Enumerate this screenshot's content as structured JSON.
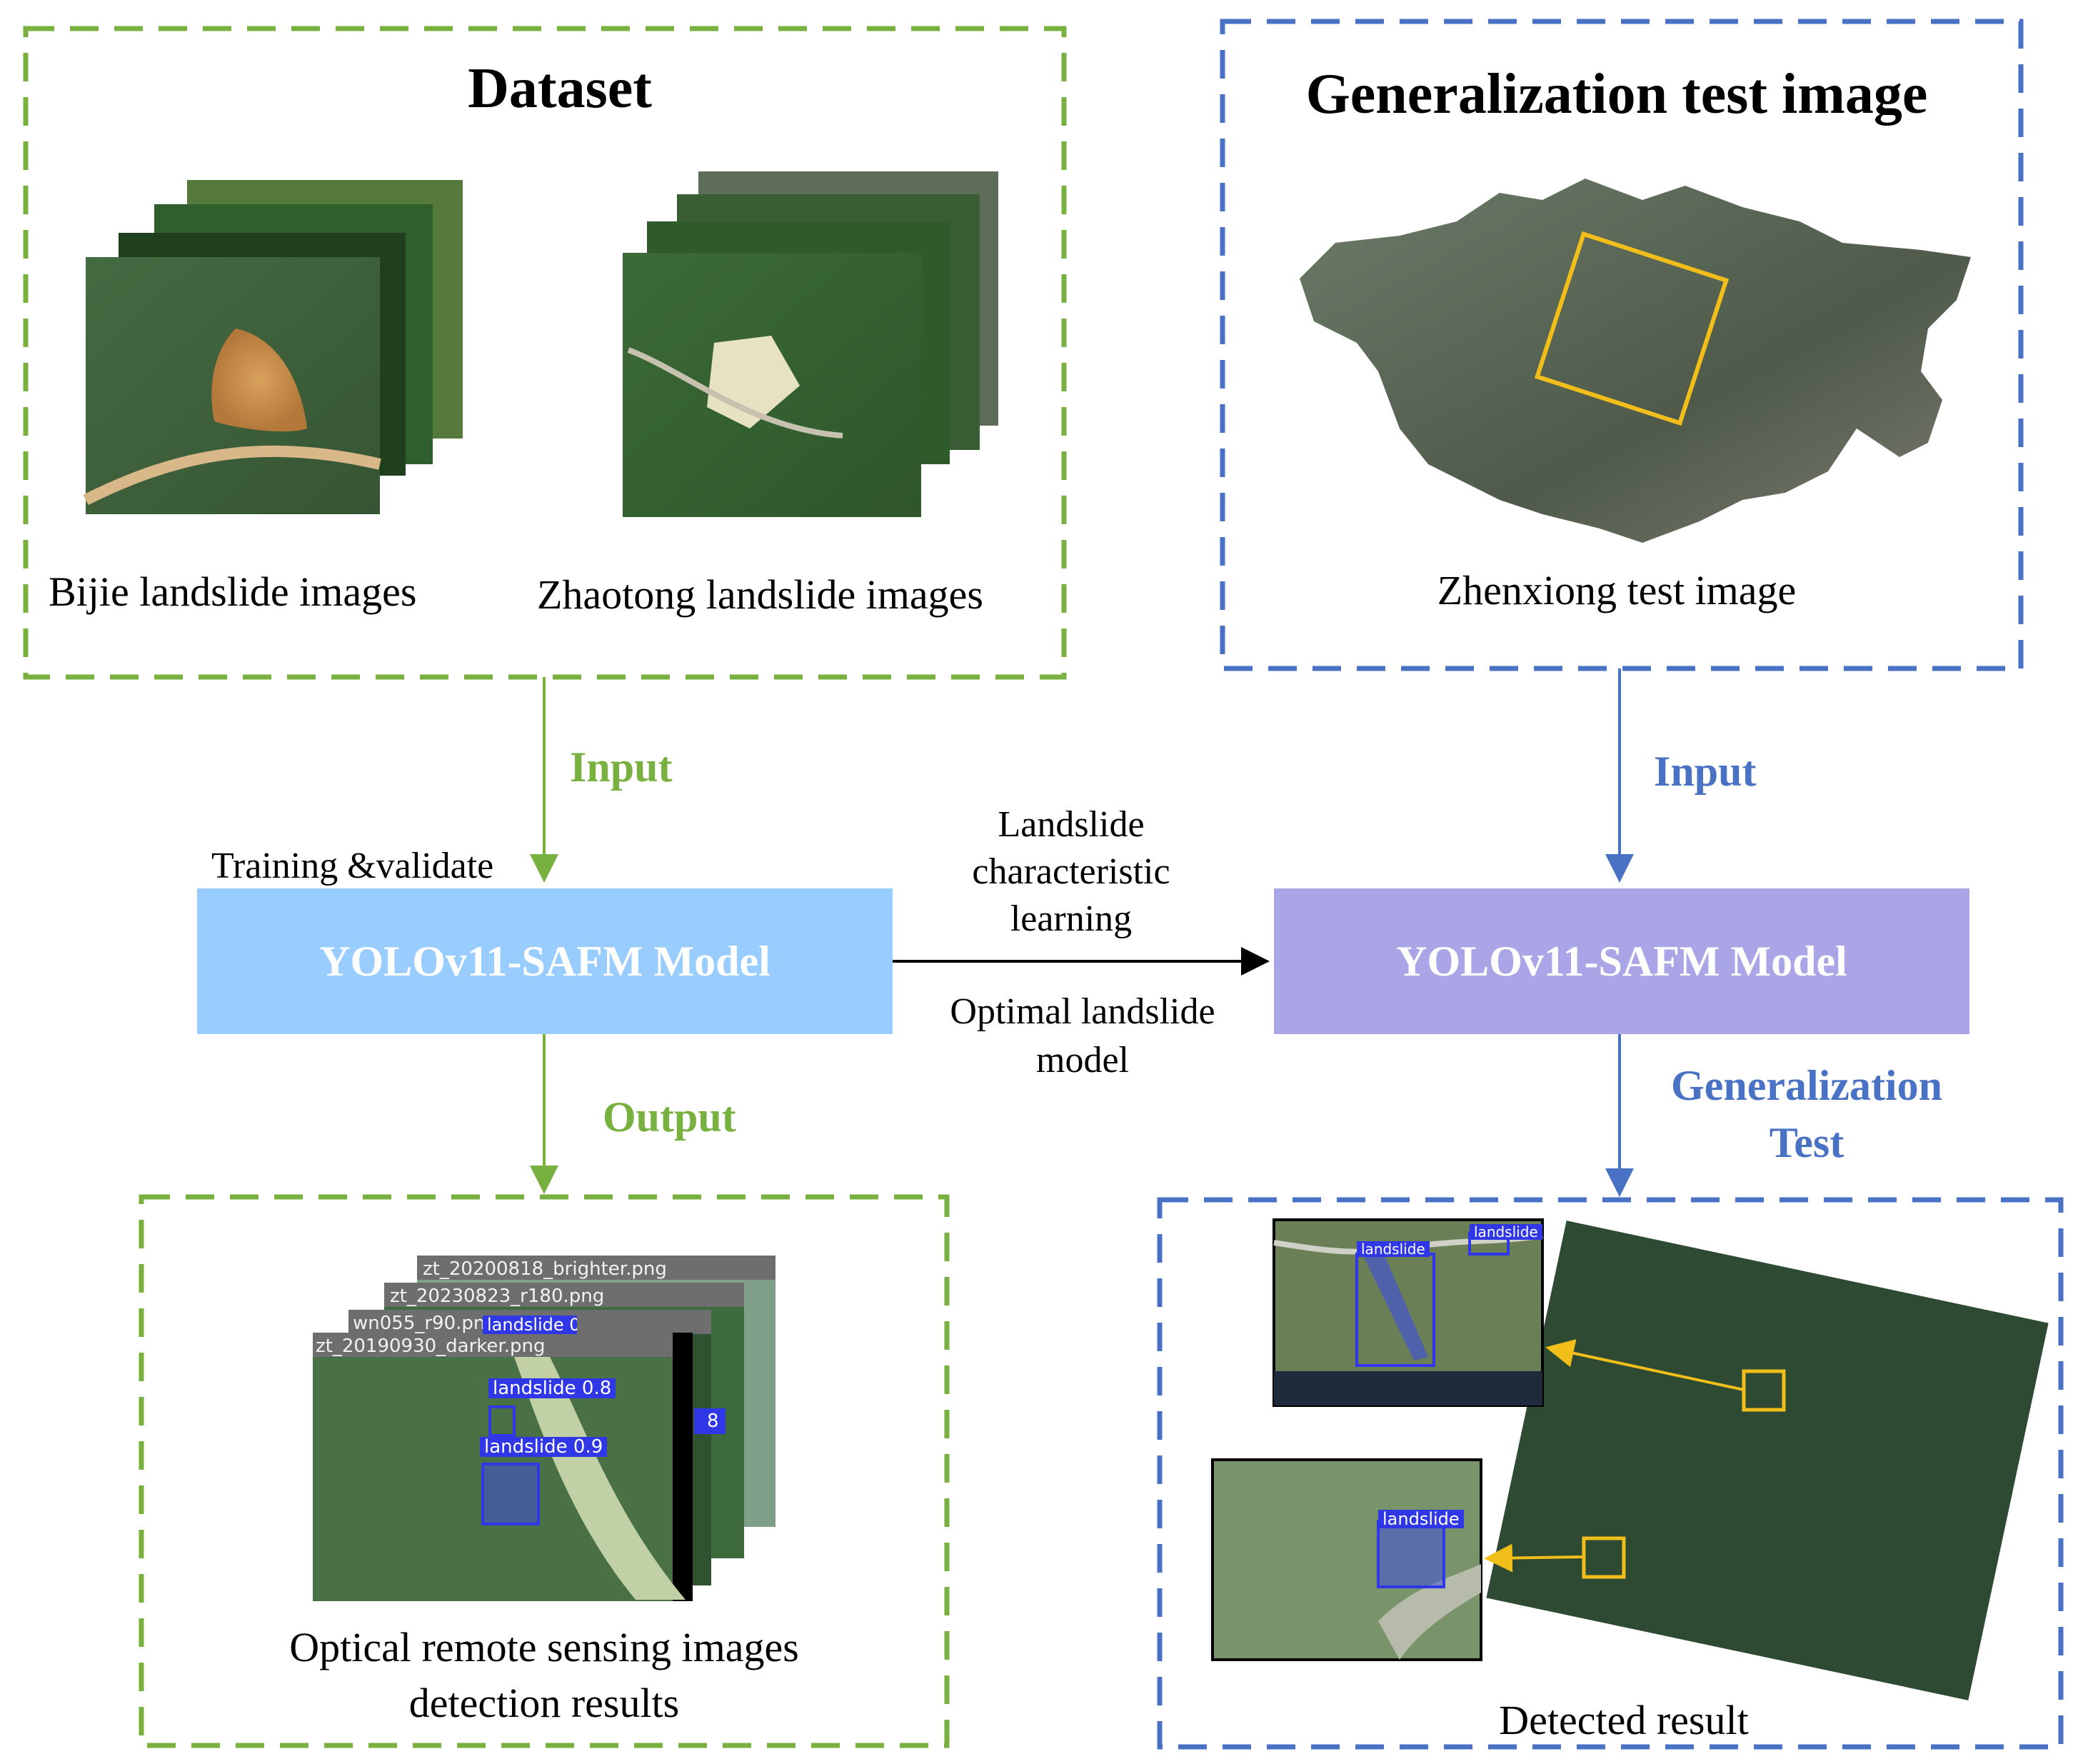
{
  "dataset": {
    "title": "Dataset",
    "bijie_caption": "Bijie landslide images",
    "zhaotong_caption": "Zhaotong landslide images"
  },
  "generalization": {
    "title": "Generalization test image",
    "caption": "Zhenxiong test image"
  },
  "flow": {
    "input_left": "Input",
    "input_right": "Input",
    "training_note": "Training &validate",
    "learning_note_1": "Landslide",
    "learning_note_2": "characteristic",
    "learning_note_3": "learning",
    "optimal_note_1": "Optimal landslide",
    "optimal_note_2": "model",
    "output_label": "Output",
    "gen_test_1": "Generalization",
    "gen_test_2": "Test"
  },
  "models": {
    "left": "YOLOv11-SAFM Model",
    "right": "YOLOv11-SAFM Model"
  },
  "results": {
    "caption_1": "Optical remote sensing images",
    "caption_2": "detection results",
    "file_1": "zt_20200818_brighter.png",
    "file_2": "zt_20230823_r180.png",
    "file_3": "wn055_r90.pn",
    "file_4": "zt_20190930_darker.png",
    "det_partial": "landslide 0.8",
    "det_1": "landslide 0.8",
    "det_2": "landslide 0.9",
    "det_fragment": "8"
  },
  "detected": {
    "caption": "Detected result",
    "det_a": "landslide",
    "det_b": "landslide",
    "det_c": "landslide"
  },
  "colors": {
    "green": "#78b13f",
    "blue": "#4a72c4",
    "model_left": "#99ccff",
    "model_right": "#aaa5e6",
    "highlight": "#f2be1a"
  }
}
